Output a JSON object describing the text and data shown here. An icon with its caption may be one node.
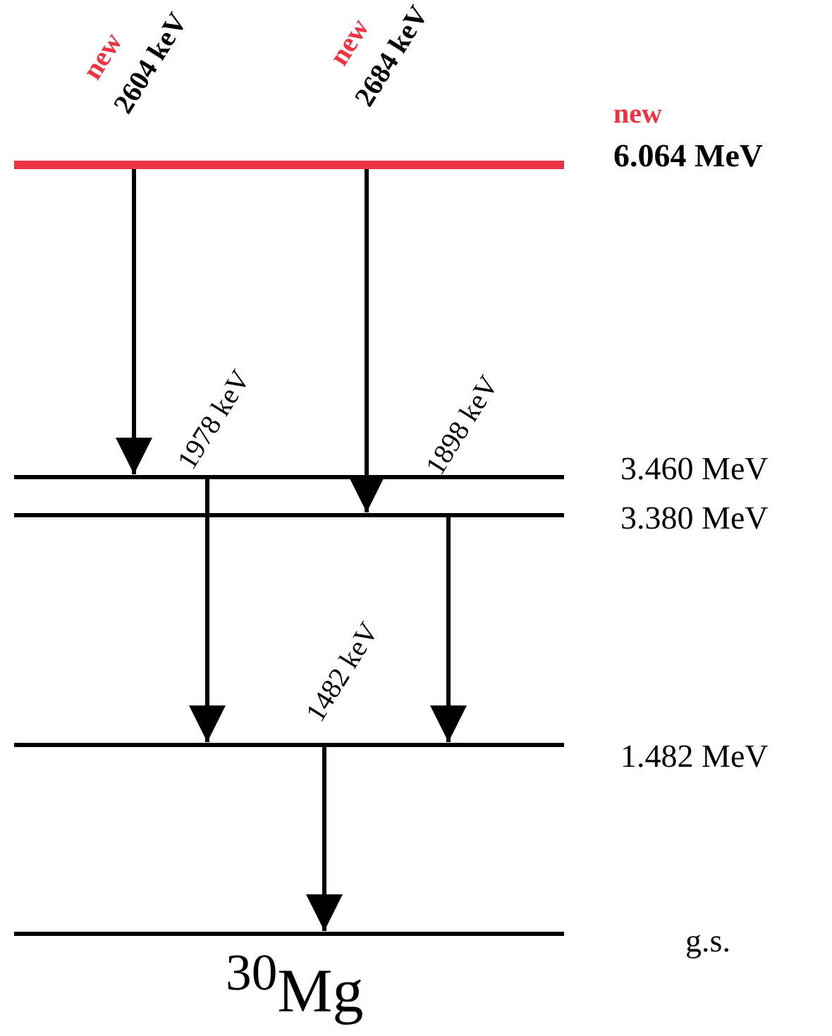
{
  "diagram": {
    "caption": "$^{30}$Mg",
    "nodes": [
      {
        "text": [],
        "shape": "bar",
        "beside": [
          "new",
          "6.064 MeV"
        ]
      },
      {
        "text": [],
        "shape": "bar",
        "beside": [
          "3.460 MeV"
        ]
      },
      {
        "text": [],
        "shape": "bar",
        "beside": [
          "3.380 MeV"
        ]
      },
      {
        "text": [],
        "shape": "bar",
        "beside": [
          "1.482 MeV"
        ]
      },
      {
        "text": [],
        "shape": "bar",
        "beside": [
          "g.s."
        ]
      }
    ],
    "edges": [
      {
        "from": 0,
        "to": 1,
        "arrow": "to",
        "label": "2604 keV"
      },
      {
        "from": 0,
        "to": 2,
        "arrow": "to",
        "label": "2684 keV"
      },
      {
        "from": 1,
        "to": 3,
        "arrow": "to",
        "label": "1978 keV"
      },
      {
        "from": 2,
        "to": 3,
        "arrow": "to",
        "label": "1898 keV"
      },
      {
        "from": 3,
        "to": 4,
        "arrow": "to",
        "label": "1482 keV"
      }
    ],
    "labels": [
      "new",
      "new"
    ]
  }
}
